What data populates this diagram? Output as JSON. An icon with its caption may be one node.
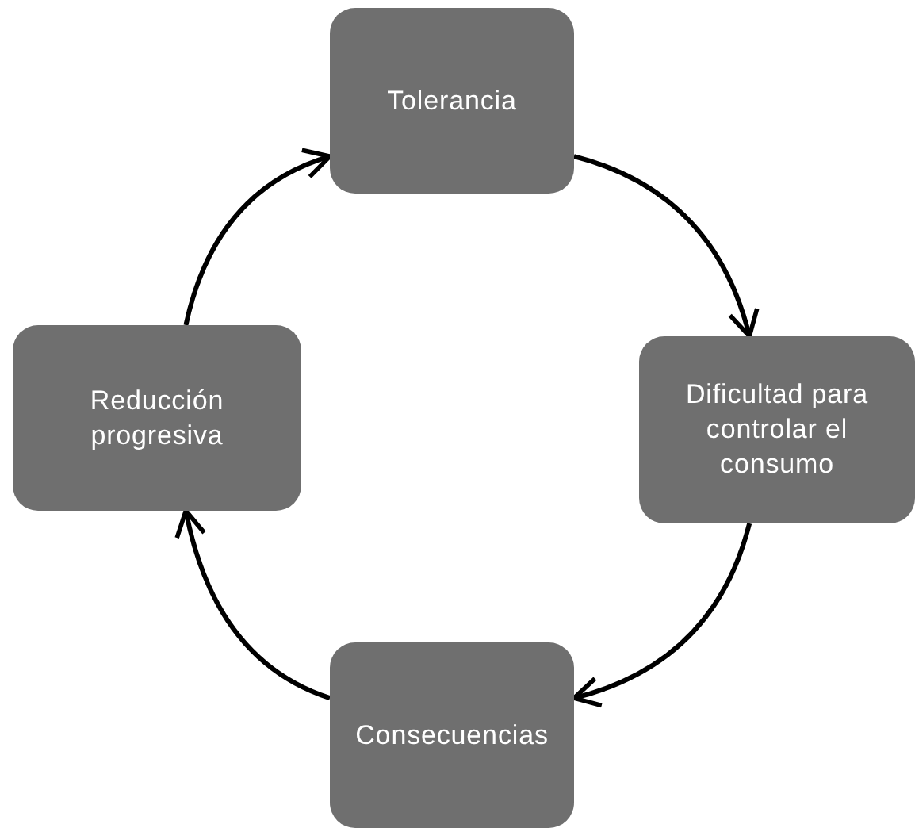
{
  "diagram": {
    "nodes": [
      {
        "text": [
          "Tolerancia"
        ]
      },
      {
        "text": [
          "Dificultad para controlar el consumo"
        ]
      },
      {
        "text": [
          "Consecuencias"
        ]
      },
      {
        "text": [
          "Reducción progresiva"
        ]
      }
    ],
    "edges": [
      {
        "from": 0,
        "to": 1,
        "arrow": "to"
      },
      {
        "from": 1,
        "to": 2,
        "arrow": "to"
      },
      {
        "from": 2,
        "to": 3,
        "arrow": "to"
      },
      {
        "from": 3,
        "to": 0,
        "arrow": "to"
      }
    ]
  }
}
